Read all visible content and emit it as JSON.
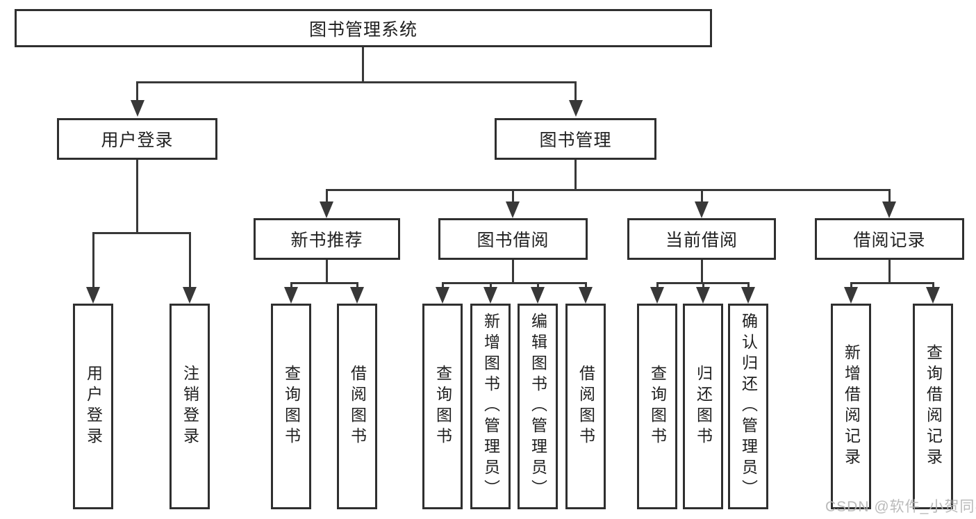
{
  "diagram": {
    "root": {
      "label": "图书管理系统"
    },
    "level2": [
      {
        "label": "用户登录"
      },
      {
        "label": "图书管理"
      }
    ],
    "level3": [
      {
        "label": "新书推荐",
        "parent": "图书管理"
      },
      {
        "label": "图书借阅",
        "parent": "图书管理"
      },
      {
        "label": "当前借阅",
        "parent": "图书管理"
      },
      {
        "label": "借阅记录",
        "parent": "图书管理"
      }
    ],
    "leaves": [
      {
        "label": "用户登录",
        "parent": "用户登录"
      },
      {
        "label": "注销登录",
        "parent": "用户登录"
      },
      {
        "label": "查询图书",
        "parent": "新书推荐"
      },
      {
        "label": "借阅图书",
        "parent": "新书推荐"
      },
      {
        "label": "查询图书",
        "parent": "图书借阅"
      },
      {
        "label": "新增图书（管理员）",
        "parent": "图书借阅"
      },
      {
        "label": "编辑图书（管理员）",
        "parent": "图书借阅"
      },
      {
        "label": "借阅图书",
        "parent": "图书借阅"
      },
      {
        "label": "查询图书",
        "parent": "当前借阅"
      },
      {
        "label": "归还图书",
        "parent": "当前借阅"
      },
      {
        "label": "确认归还（管理员）",
        "parent": "当前借阅"
      },
      {
        "label": "新增借阅记录",
        "parent": "借阅记录"
      },
      {
        "label": "查询借阅记录",
        "parent": "借阅记录"
      }
    ],
    "colors": {
      "line": "#383838",
      "box_border": "#2f2f2f",
      "text": "#1f1f1f",
      "background": "#ffffff",
      "watermark": "#b5b5b5"
    }
  },
  "watermark": {
    "text": "CSDN @软件_小贺同学"
  }
}
